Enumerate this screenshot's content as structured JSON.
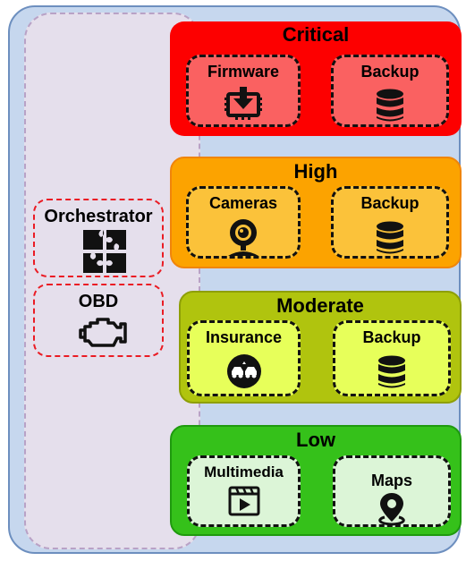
{
  "colors": {
    "outer_bg": "#c6d7ee",
    "left_column_bg": "#e5dfec",
    "critical_group": "#fd0000",
    "critical_box": "#fa6161",
    "high_group": "#fca300",
    "high_box": "#fbc23a",
    "moderate_group": "#b0c40e",
    "moderate_box": "#e7ff5a",
    "low_group": "#35c11a",
    "low_box": "#dcf5d7",
    "side_border": "#ea1c24"
  },
  "side_components": [
    {
      "label": "Orchestrator",
      "icon": "puzzle-icon"
    },
    {
      "label": "OBD",
      "icon": "engine-icon"
    }
  ],
  "groups": [
    {
      "title": "Critical",
      "services": [
        {
          "label": "Firmware",
          "icon": "firmware-download-icon"
        },
        {
          "label": "Backup",
          "icon": "database-icon"
        }
      ]
    },
    {
      "title": "High",
      "services": [
        {
          "label": "Cameras",
          "icon": "webcam-icon"
        },
        {
          "label": "Backup",
          "icon": "database-icon"
        }
      ]
    },
    {
      "title": "Moderate",
      "services": [
        {
          "label": "Insurance",
          "icon": "car-collision-icon"
        },
        {
          "label": "Backup",
          "icon": "database-icon"
        }
      ]
    },
    {
      "title": "Low",
      "services": [
        {
          "label": "Multimedia",
          "icon": "video-player-icon"
        },
        {
          "label": "Maps",
          "icon": "map-pin-icon"
        }
      ]
    }
  ]
}
